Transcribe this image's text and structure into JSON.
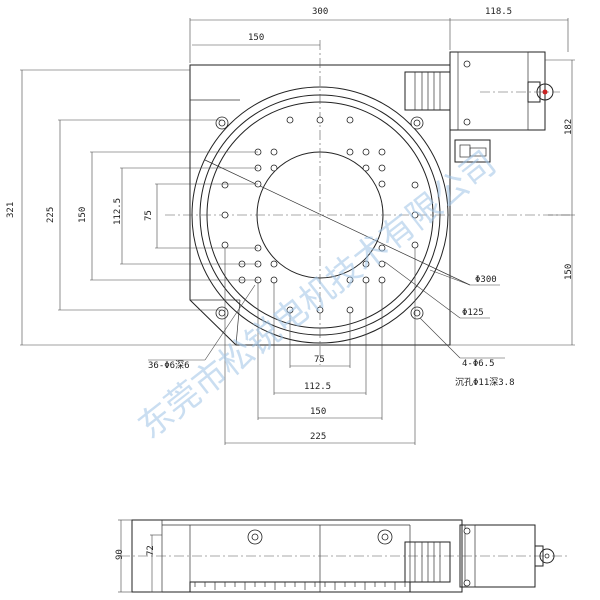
{
  "drawing": {
    "dim_300": "300",
    "dim_118_5": "118.5",
    "dim_150_top": "150",
    "dim_321": "321",
    "dim_225_left": "225",
    "dim_150_left": "150",
    "dim_112_5_left": "112.5",
    "dim_75_left": "75",
    "dim_182": "182",
    "dim_150_right": "150",
    "dim_phi300": "Φ300",
    "dim_phi125": "Φ125",
    "dim_75_bottom": "75",
    "dim_112_5_bottom": "112.5",
    "dim_150_bottom": "150",
    "dim_225_bottom": "225",
    "note_holes": "36-Φ6深6",
    "note_mount": "4-Φ6.5",
    "note_counterbore": "沉孔Φ11深3.8",
    "side_dim_90": "90",
    "side_dim_72": "72"
  },
  "watermark": "东莞市松锐电机技术有限公司"
}
